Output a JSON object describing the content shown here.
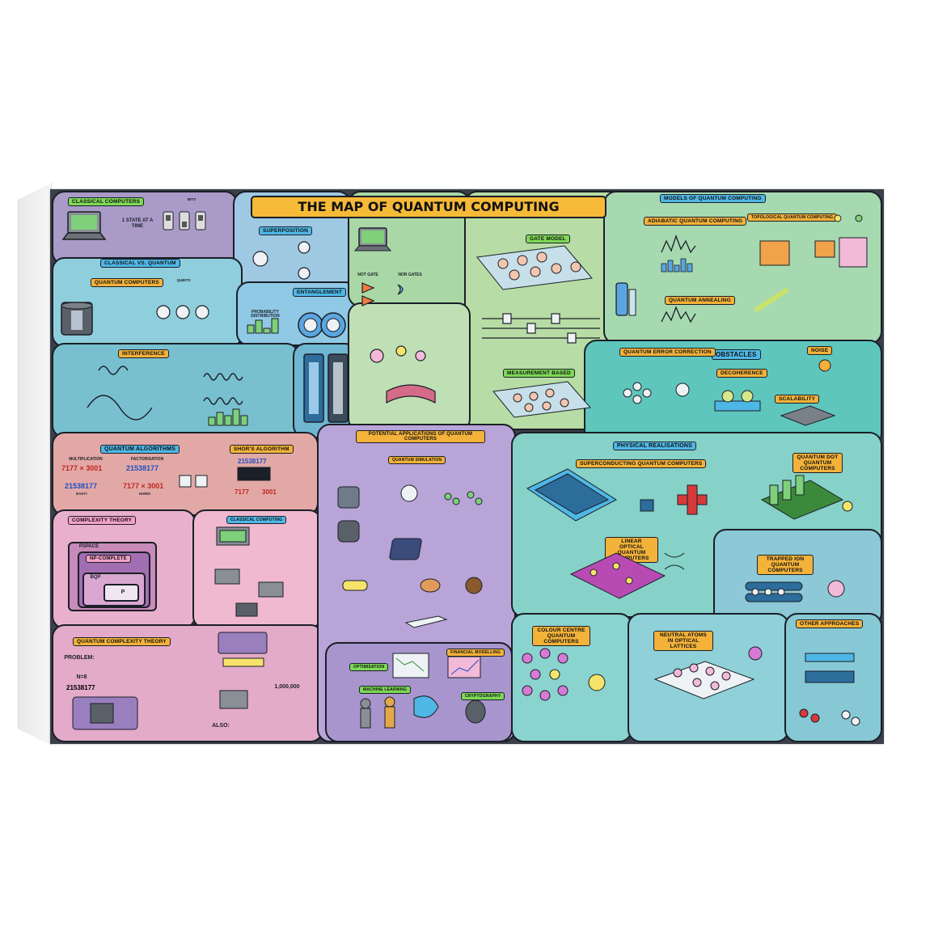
{
  "title": "THE MAP OF QUANTUM COMPUTING",
  "sections": {
    "classical_computers": "CLASSICAL COMPUTERS",
    "bits": "BITS",
    "one_state": "1 STATE AT A TIME",
    "classical_vs_quantum": "CLASSICAL VS. QUANTUM",
    "quantum_computers": "QUANTUM COMPUTERS",
    "qubits": "QUBITS",
    "superposition": "SUPERPOSITION",
    "entanglement": "ENTANGLEMENT",
    "probability": "PROBABILITY DISTRIBUTION",
    "interference": "INTERFERENCE",
    "gate_model": "GATE MODEL",
    "not_gate": "NOT GATE",
    "nor_gates": "NOR GATES",
    "measurement": "MEASUREMENT BASED",
    "models": "MODELS OF QUANTUM COMPUTING",
    "adiabatic": "ADIABATIC QUANTUM COMPUTING",
    "topological": "TOPOLOGICAL QUANTUM COMPUTING",
    "annealing": "QUANTUM ANNEALING",
    "obstacles": "OBSTACLES",
    "error_correction": "QUANTUM ERROR CORRECTION",
    "decoherence": "DECOHERENCE",
    "scalability": "SCALABILITY",
    "noise": "NOISE",
    "quantum_algorithms": "QUANTUM ALGORITHMS",
    "shors": "SHOR'S ALGORITHM",
    "multiplication": "MULTIPLICATION",
    "factorisation": "FACTORISATION",
    "mult_a": "7177 × 3001",
    "mult_b": "21538177",
    "fact_a": "21538177",
    "fact_b": "7177 × 3001",
    "easy": "EASY!",
    "hard": "HARD!",
    "shor_num": "21538177",
    "shor_a": "7177",
    "shor_b": "3001",
    "complexity_theory": "COMPLEXITY THEORY",
    "pspace": "PSPACE",
    "np_complete": "NP-COMPLETE",
    "bqp": "BQP",
    "p": "P",
    "classical_computing": "CLASSICAL COMPUTING",
    "applications": "POTENTIAL APPLICATIONS OF QUANTUM COMPUTERS",
    "quantum_simulation": "QUANTUM SIMULATION",
    "optimisation": "OPTIMISATION",
    "financial": "FINANCIAL MODELLING",
    "machine_learning": "MACHINE LEARNING",
    "cryptography": "CRYPTOGRAPHY",
    "physical": "PHYSICAL REALISATIONS",
    "superconducting": "SUPERCONDUCTING QUANTUM COMPUTERS",
    "quantum_dot": "QUANTUM DOT QUANTUM COMPUTERS",
    "linear_optical": "LINEAR OPTICAL QUANTUM COMPUTERS",
    "trapped_ion": "TRAPPED ION QUANTUM COMPUTERS",
    "colour_centre": "COLOUR CENTRE QUANTUM COMPUTERS",
    "neutral_atoms": "NEUTRAL ATOMS IN OPTICAL LATTICES",
    "other": "OTHER APPROACHES",
    "qct": "QUANTUM COMPLEXITY THEORY",
    "problem": "PROBLEM:",
    "n8": "N=8",
    "n_num": "21538177",
    "million": "1,000,000",
    "also": "ALSO:"
  },
  "colors": {
    "purple": "#a897c9",
    "cyan": "#8fd3dc",
    "mint": "#a8dcc4",
    "green": "#b6dba2",
    "teal": "#5ec6bd",
    "rose": "#e6a7a7",
    "pink": "#eab3cf",
    "lavender": "#b9a4d8",
    "aqua": "#7fcfc7",
    "label": "#f3b23a"
  }
}
